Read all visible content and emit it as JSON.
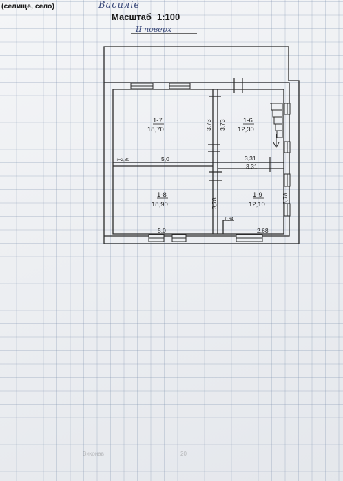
{
  "header": {
    "settlement_label": "(селище, село)",
    "handwritten_name": "Василів",
    "scale_label": "Масштаб",
    "scale_value": "1:100",
    "floor_handwritten": "II поверх"
  },
  "rooms": [
    {
      "id": "1-7",
      "area": "18,70"
    },
    {
      "id": "1-6",
      "area": "12,30"
    },
    {
      "id": "1-8",
      "area": "18,90"
    },
    {
      "id": "1-9",
      "area": "12,10"
    }
  ],
  "dimensions": {
    "wall_height_note": "н=2,80",
    "top_left_width": "5,0",
    "bottom_left_width": "5,0",
    "top_left_depth": "3,73",
    "top_right_depth": "3,73",
    "top_right_width": "3,31",
    "mid_right_width": "3,31",
    "bottom_left_depth": "3,78",
    "bottom_right_depth": "3,78",
    "small_segment": "0,64",
    "bottom_right_width": "2,68"
  },
  "footer": {
    "stamp_text": "Виконав",
    "stamp_number": "20"
  },
  "colors": {
    "ink": "#2a2a2a",
    "pen": "#3b4a7a",
    "grid": "#788caa",
    "paper": "#eef0f3"
  }
}
